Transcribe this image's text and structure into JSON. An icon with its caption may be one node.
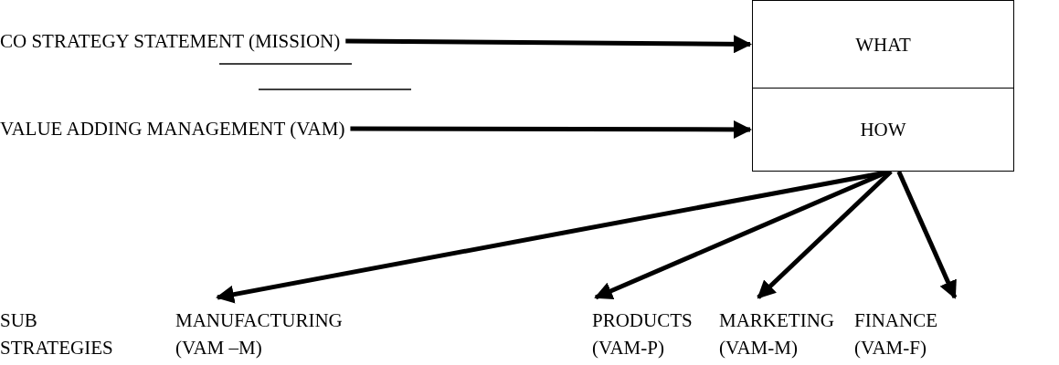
{
  "diagram": {
    "nodes": [
      {
        "text": [
          "CO STRATEGY STATEMENT (MISSION)"
        ]
      },
      {
        "text": [
          "VALUE ADDING MANAGEMENT (VAM)"
        ]
      },
      {
        "text": [
          "WHAT"
        ]
      },
      {
        "text": [
          "HOW"
        ]
      },
      {
        "text": [
          "MANUFACTURING (VAM –M)"
        ]
      },
      {
        "text": [
          "PRODUCTS (VAM-P)"
        ]
      },
      {
        "text": [
          "MARKETING (VAM-M)"
        ]
      },
      {
        "text": [
          "FINANCE (VAM-F)"
        ]
      }
    ],
    "edges": [
      {
        "from": 0,
        "to": 2,
        "arrow": "to"
      },
      {
        "from": 1,
        "to": 3,
        "arrow": "to"
      },
      {
        "from": 3,
        "to": 4,
        "arrow": "to"
      },
      {
        "from": 3,
        "to": 5,
        "arrow": "to"
      },
      {
        "from": 3,
        "to": 6,
        "arrow": "to"
      },
      {
        "from": 3,
        "to": 7,
        "arrow": "to"
      }
    ],
    "labels": [
      "SUB STRATEGIES"
    ]
  }
}
